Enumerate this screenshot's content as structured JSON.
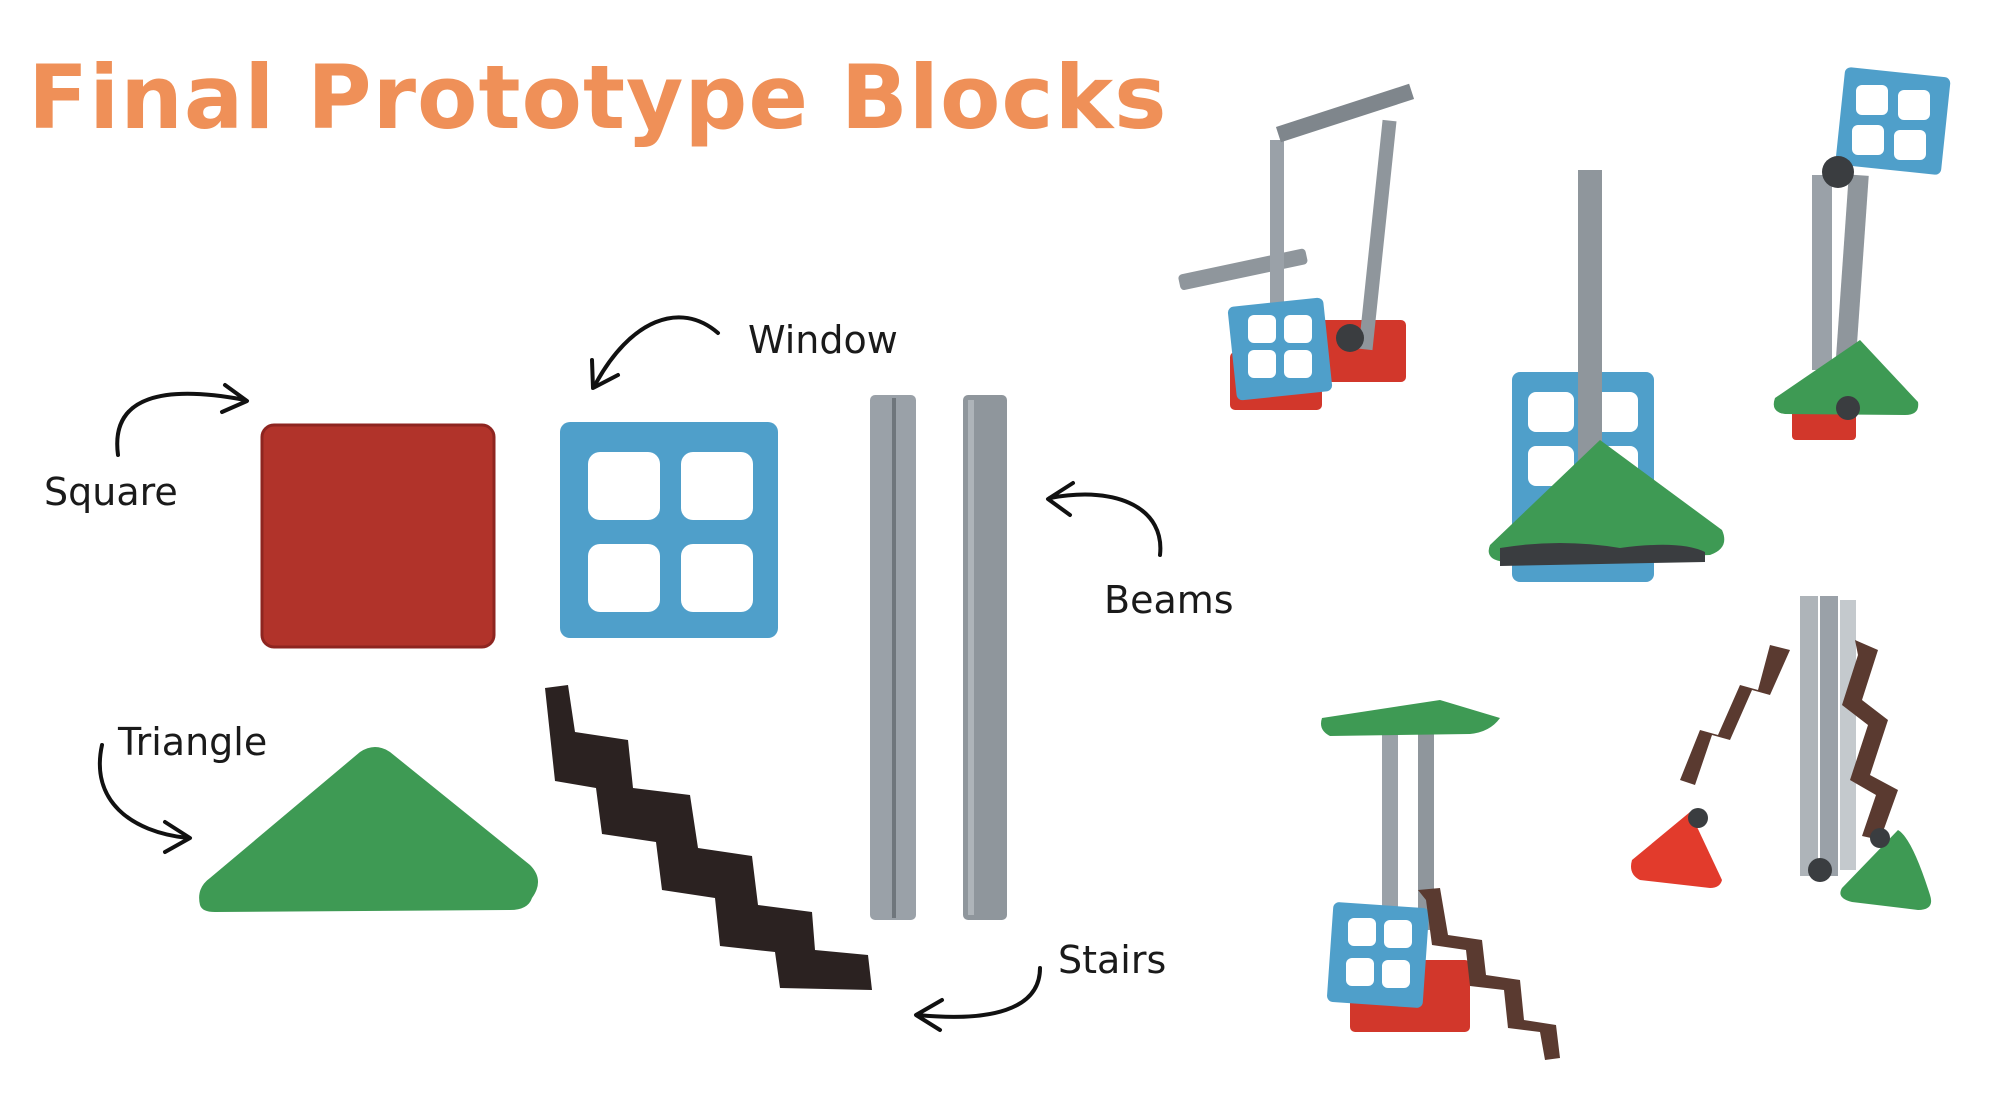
{
  "title": "Final Prototype Blocks",
  "labels": {
    "square": "Square",
    "window": "Window",
    "beams": "Beams",
    "triangle": "Triangle",
    "stairs": "Stairs"
  },
  "colors": {
    "title": "#ef9058",
    "square": "#b1332a",
    "window": "#4f9fca",
    "beam": "#9aa1a8",
    "triangle": "#3e9a54",
    "stairs": "#2b2221"
  }
}
